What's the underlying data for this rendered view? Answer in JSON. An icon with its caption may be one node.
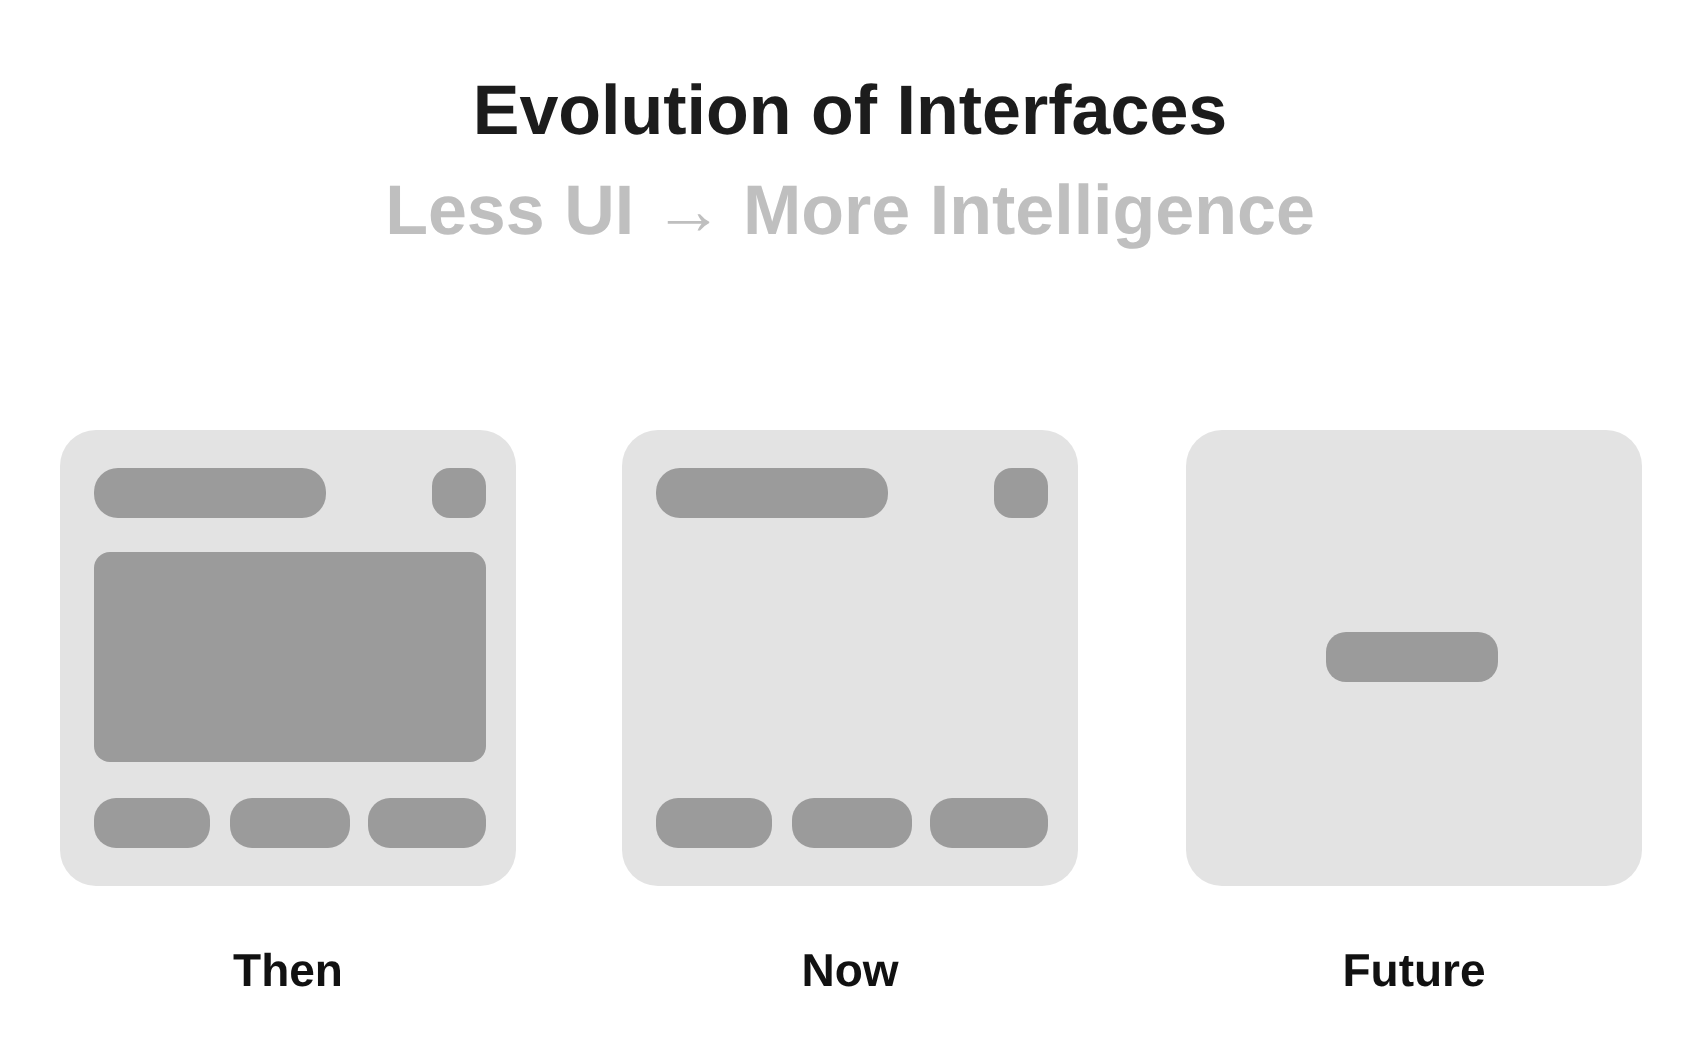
{
  "diagram": {
    "title": "Evolution of Interfaces",
    "nodes": [
      {
        "text": [],
        "shape": "box",
        "beside": [
          "Then"
        ]
      },
      {
        "text": [],
        "shape": "box",
        "beside": [
          "Now"
        ]
      },
      {
        "text": [],
        "shape": "box",
        "beside": [
          "Future"
        ]
      }
    ],
    "labels": [
      "Less UI → More Intelligence"
    ]
  }
}
